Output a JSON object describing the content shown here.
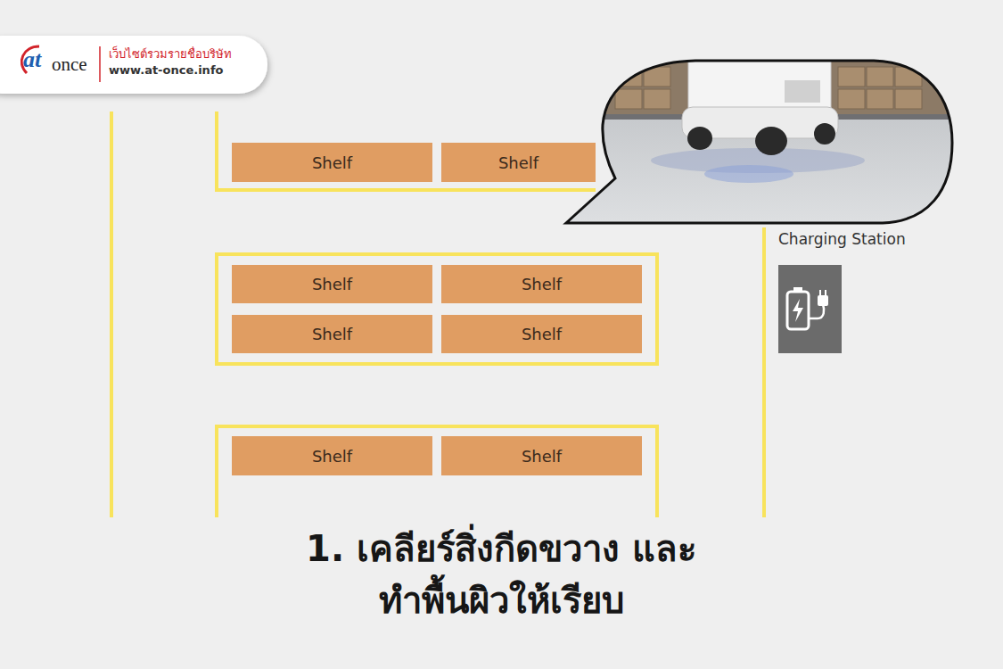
{
  "diagram": {
    "caption": "1. เคลียร์สิ่งกีดขวาง และทำพื้นผิวให้เรียบ",
    "nodes": [
      {
        "text": [
          "Shelf"
        ]
      },
      {
        "text": [
          "Shelf"
        ]
      },
      {
        "text": [
          "Shelf"
        ]
      },
      {
        "text": [
          "Shelf"
        ]
      },
      {
        "text": [
          "Shelf"
        ]
      },
      {
        "text": [
          "Shelf"
        ]
      },
      {
        "text": [
          "Shelf"
        ]
      },
      {
        "text": [
          "Shelf"
        ]
      },
      {
        "text": [
          "Charging Station"
        ]
      }
    ],
    "labels": [
      "at",
      "once",
      "เว็บไซต์รวมรายชื่อบริษัท",
      "www.at-once.info"
    ]
  }
}
